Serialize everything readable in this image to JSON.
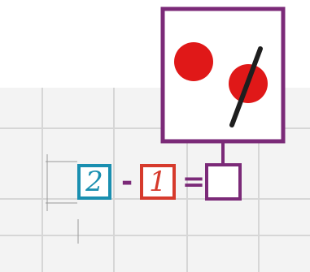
{
  "equation": {
    "first_number": "2",
    "minus_sign": "-",
    "second_number": "1",
    "equals_sign": "=",
    "answer": ""
  },
  "colors": {
    "first_number_box": "#1a8fb0",
    "second_number_box": "#d63a2c",
    "answer_box": "#7b2a78",
    "picture_frame": "#7b2a78",
    "operator_text": "#7b2a78",
    "dot": "#e01818",
    "strike": "#1e1e1e",
    "grid_line": "#d6d6d6",
    "grid_background": "#f3f3f3"
  },
  "picture": {
    "dots": 2,
    "crossed_out": 1
  },
  "icons": [
    "red-dot-icon",
    "strike-line-icon"
  ]
}
